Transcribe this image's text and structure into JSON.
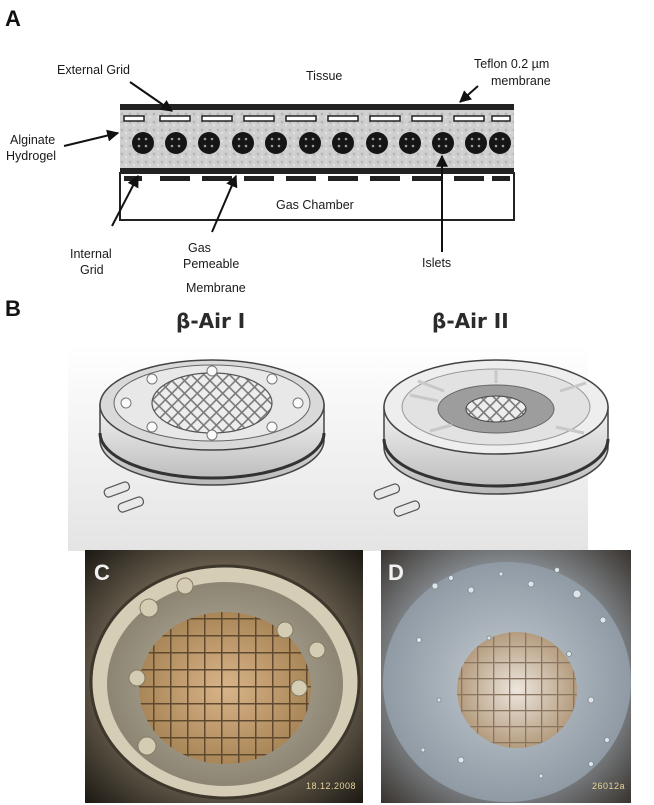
{
  "panel_a": {
    "letter": "A",
    "labels": {
      "external_grid": "External Grid",
      "tissue": "Tissue",
      "teflon_line1": "Teflon 0.2 µm",
      "teflon_line2": "membrane",
      "alginate_line1": "Alginate",
      "alginate_line2": "Hydrogel",
      "gas_chamber": "Gas Chamber",
      "internal_line1": "Internal",
      "internal_line2": "Grid",
      "gas_line1": "Gas",
      "gas_line2": "Pemeable",
      "gas_line3": "Membrane",
      "islets": "Islets"
    }
  },
  "panel_b": {
    "letter": "B",
    "device1_title": "β-Air I",
    "device2_title": "β-Air II"
  },
  "panel_c": {
    "letter": "C",
    "stamp": "18.12.2008"
  },
  "panel_d": {
    "letter": "D",
    "stamp": "26012a"
  }
}
